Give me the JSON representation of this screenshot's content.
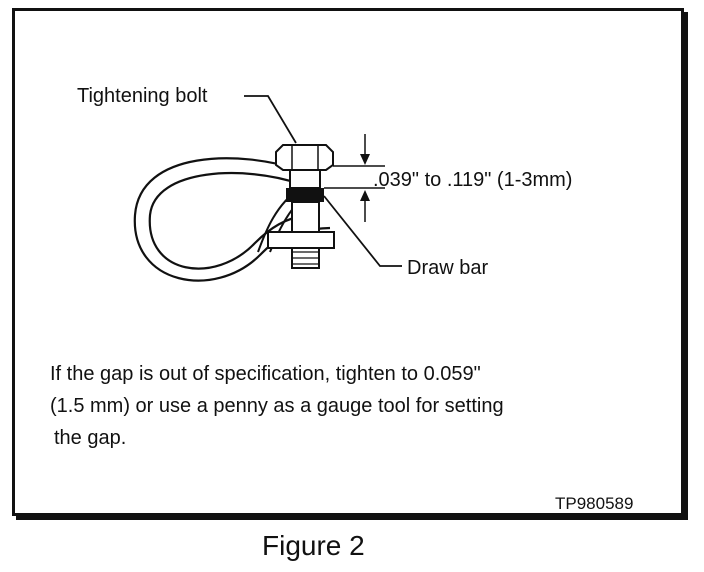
{
  "labels": {
    "tightening_bolt": "Tightening bolt",
    "gap_spec": ".039\" to .119\" (1-3mm)",
    "draw_bar": "Draw bar"
  },
  "note": {
    "line1": "If the gap is out of specification, tighten to 0.059\"",
    "line2": "(1.5 mm) or use a penny as a gauge tool for setting",
    "line3": "the gap."
  },
  "figure_code": "TP980589",
  "caption": "Figure 2",
  "colors": {
    "ink": "#111111",
    "background": "#ffffff"
  }
}
